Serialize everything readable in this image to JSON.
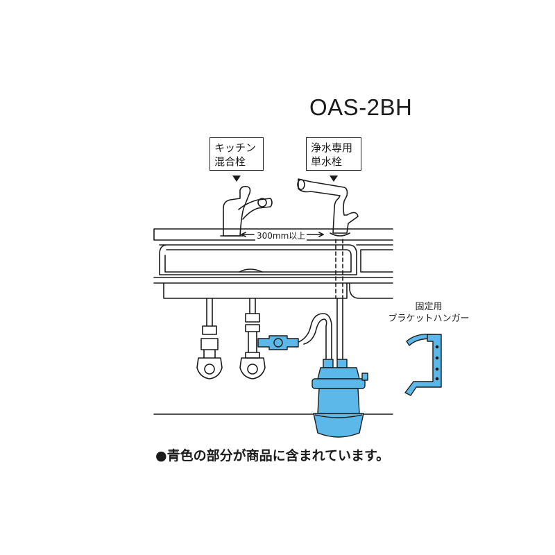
{
  "model": "OAS-2BH",
  "callouts": {
    "kitchen_faucet": [
      "キッチン",
      "混合栓"
    ],
    "purifier_faucet": [
      "浄水専用",
      "単水栓"
    ]
  },
  "dimension_label": "300mm以上",
  "hanger_label": [
    "固定用",
    "ブラケットハンガー"
  ],
  "note": "●青色の部分が商品に含まれています。",
  "colors": {
    "product_blue": "#5bb8e8",
    "line": "#1a1a1a"
  }
}
